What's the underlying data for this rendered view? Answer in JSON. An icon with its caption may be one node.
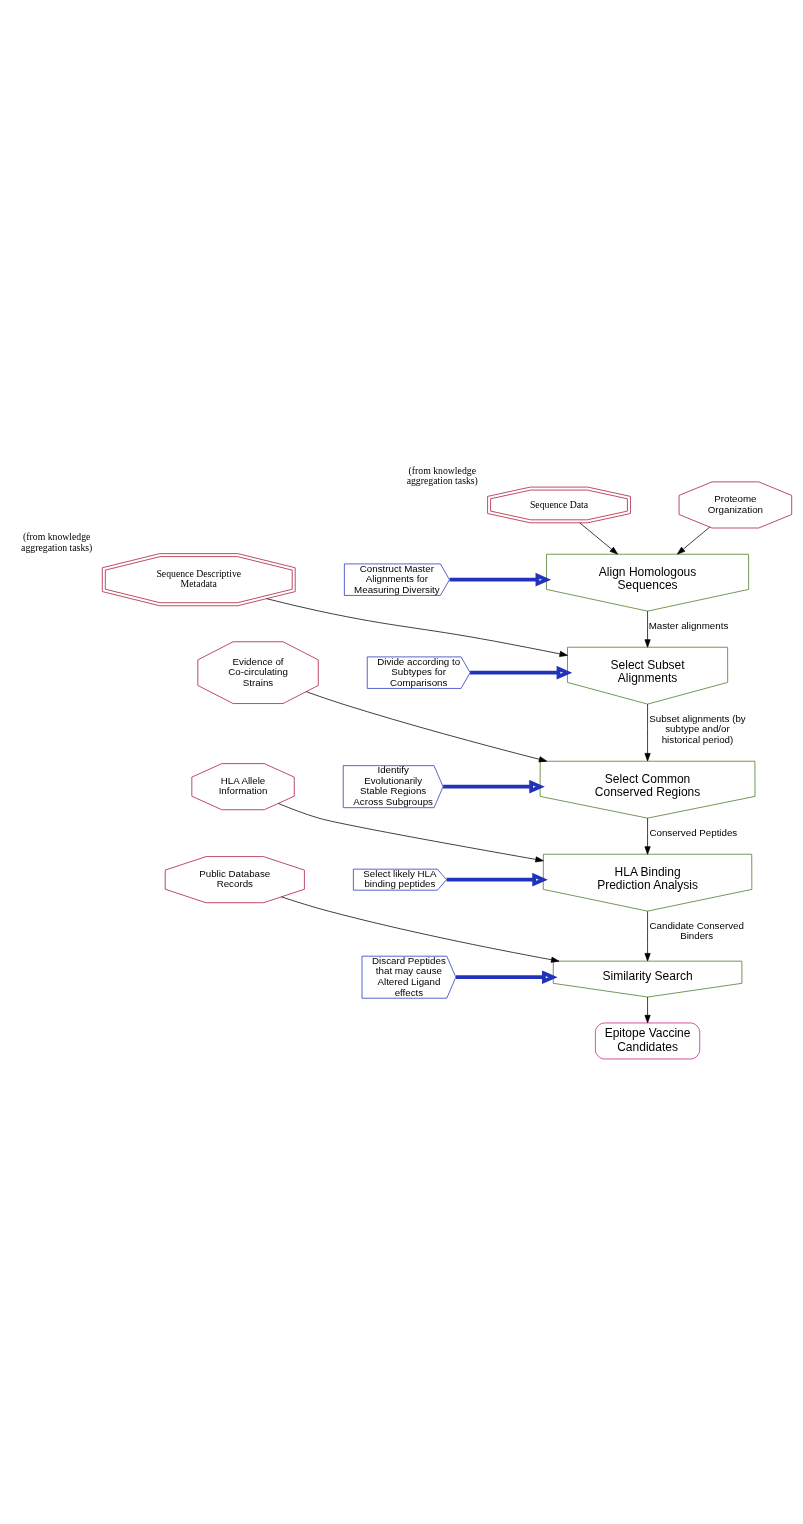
{
  "diagram": {
    "nodes": [
      {
        "text": [
          "Sequence Data"
        ],
        "beside": [
          "(from knowledge aggregation tasks)"
        ]
      },
      {
        "text": [
          "Sequence Descriptive Metadata"
        ],
        "beside": [
          "(from knowledge aggregation tasks)"
        ]
      },
      {
        "text": [
          "Proteome Organization"
        ]
      },
      {
        "text": [
          "Construct Master Alignments for Measuring Diversity"
        ]
      },
      {
        "text": [
          "Align Homologous Sequences"
        ]
      },
      {
        "text": [
          "Select Subset Alignments"
        ]
      },
      {
        "text": [
          "Divide according to Subtypes for Comparisons"
        ]
      },
      {
        "text": [
          "Evidence of Co-circulating Strains"
        ]
      },
      {
        "text": [
          "Identify Evolutionarily Stable Regions Across Subgroups"
        ]
      },
      {
        "text": [
          "Select Common Conserved Regions"
        ]
      },
      {
        "text": [
          "HLA Allele Information"
        ]
      },
      {
        "text": [
          "Select likely HLA binding peptides"
        ]
      },
      {
        "text": [
          "HLA Binding Prediction Analysis"
        ]
      },
      {
        "text": [
          "Public Database Records"
        ]
      },
      {
        "text": [
          "Discard Peptides that may cause Altered Ligand effects"
        ]
      },
      {
        "text": [
          "Similarity Search"
        ]
      },
      {
        "text": [
          "Epitope Vaccine Candidates"
        ]
      }
    ],
    "edges": [
      {
        "from": 0,
        "to": 4,
        "arrow": "to"
      },
      {
        "from": 2,
        "to": 4,
        "arrow": "to"
      },
      {
        "from": 3,
        "to": 4,
        "arrow": "to",
        "style": "thick",
        "color": "#2233bb"
      },
      {
        "from": 4,
        "to": 5,
        "arrow": "to",
        "label": "Master alignments"
      },
      {
        "from": 1,
        "to": 5,
        "arrow": "to"
      },
      {
        "from": 6,
        "to": 5,
        "arrow": "to",
        "style": "thick",
        "color": "#2233bb"
      },
      {
        "from": 5,
        "to": 9,
        "arrow": "to",
        "label": "Subset alignments (by subtype and/or historical period)"
      },
      {
        "from": 7,
        "to": 9,
        "arrow": "to"
      },
      {
        "from": 8,
        "to": 9,
        "arrow": "to",
        "style": "thick",
        "color": "#2233bb"
      },
      {
        "from": 9,
        "to": 12,
        "arrow": "to",
        "label": "Conserved Peptides"
      },
      {
        "from": 10,
        "to": 12,
        "arrow": "to"
      },
      {
        "from": 11,
        "to": 12,
        "arrow": "to",
        "style": "thick",
        "color": "#2233bb"
      },
      {
        "from": 12,
        "to": 15,
        "arrow": "to",
        "label": "Candidate Conserved Binders"
      },
      {
        "from": 13,
        "to": 15,
        "arrow": "to"
      },
      {
        "from": 14,
        "to": 15,
        "arrow": "to",
        "style": "thick",
        "color": "#2233bb"
      },
      {
        "from": 15,
        "to": 16,
        "arrow": "to"
      }
    ]
  }
}
